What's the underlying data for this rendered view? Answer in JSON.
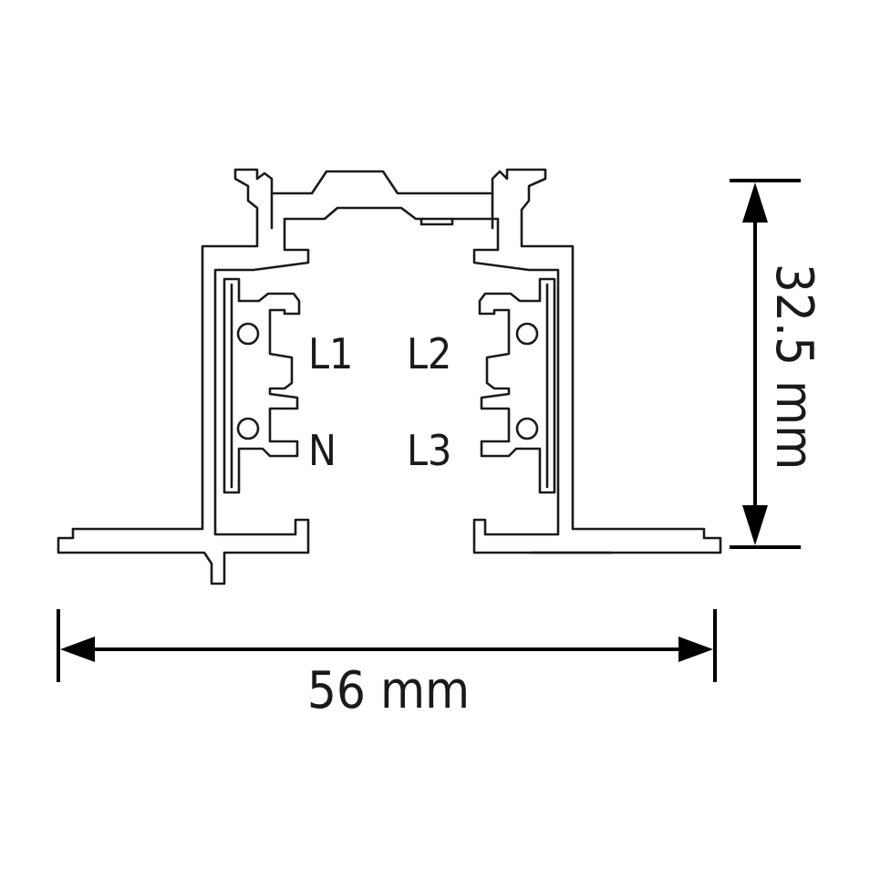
{
  "conductors": {
    "l1": "L1",
    "l2": "L2",
    "n": "N",
    "l3": "L3"
  },
  "dimensions": {
    "width_label": "56 mm",
    "height_label": "32.5 mm"
  },
  "colors": {
    "line": "#1a1a1a",
    "background": "#ffffff"
  }
}
